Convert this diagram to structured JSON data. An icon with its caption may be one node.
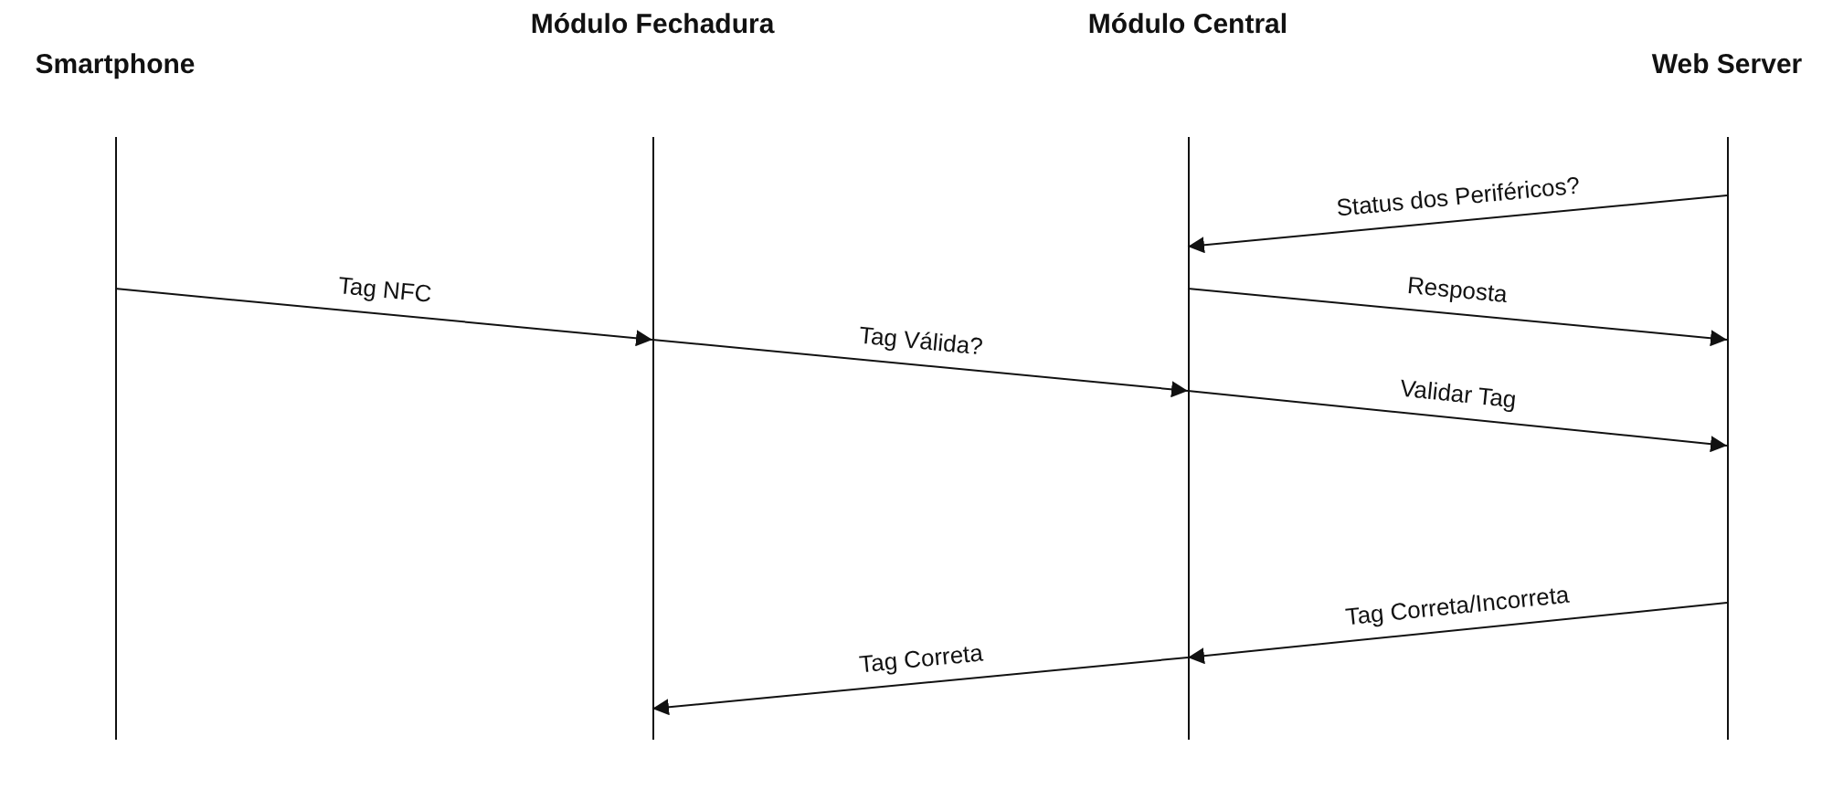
{
  "diagram": {
    "nodes": [
      {
        "text": [
          "Smartphone"
        ]
      },
      {
        "text": [
          "Módulo Fechadura"
        ]
      },
      {
        "text": [
          "Módulo Central"
        ]
      },
      {
        "text": [
          "Web Server"
        ]
      }
    ],
    "edges": [
      {
        "from": 3,
        "to": 2,
        "arrow": "to",
        "label": "Status dos Periféricos?"
      },
      {
        "from": 0,
        "to": 1,
        "arrow": "to",
        "label": "Tag NFC"
      },
      {
        "from": 2,
        "to": 3,
        "arrow": "to",
        "label": "Resposta"
      },
      {
        "from": 1,
        "to": 2,
        "arrow": "to",
        "label": "Tag Válida?"
      },
      {
        "from": 2,
        "to": 3,
        "arrow": "to",
        "label": "Validar Tag"
      },
      {
        "from": 3,
        "to": 2,
        "arrow": "to",
        "label": "Tag Correta/Incorreta"
      },
      {
        "from": 2,
        "to": 1,
        "arrow": "to",
        "label": "Tag Correta"
      }
    ]
  }
}
